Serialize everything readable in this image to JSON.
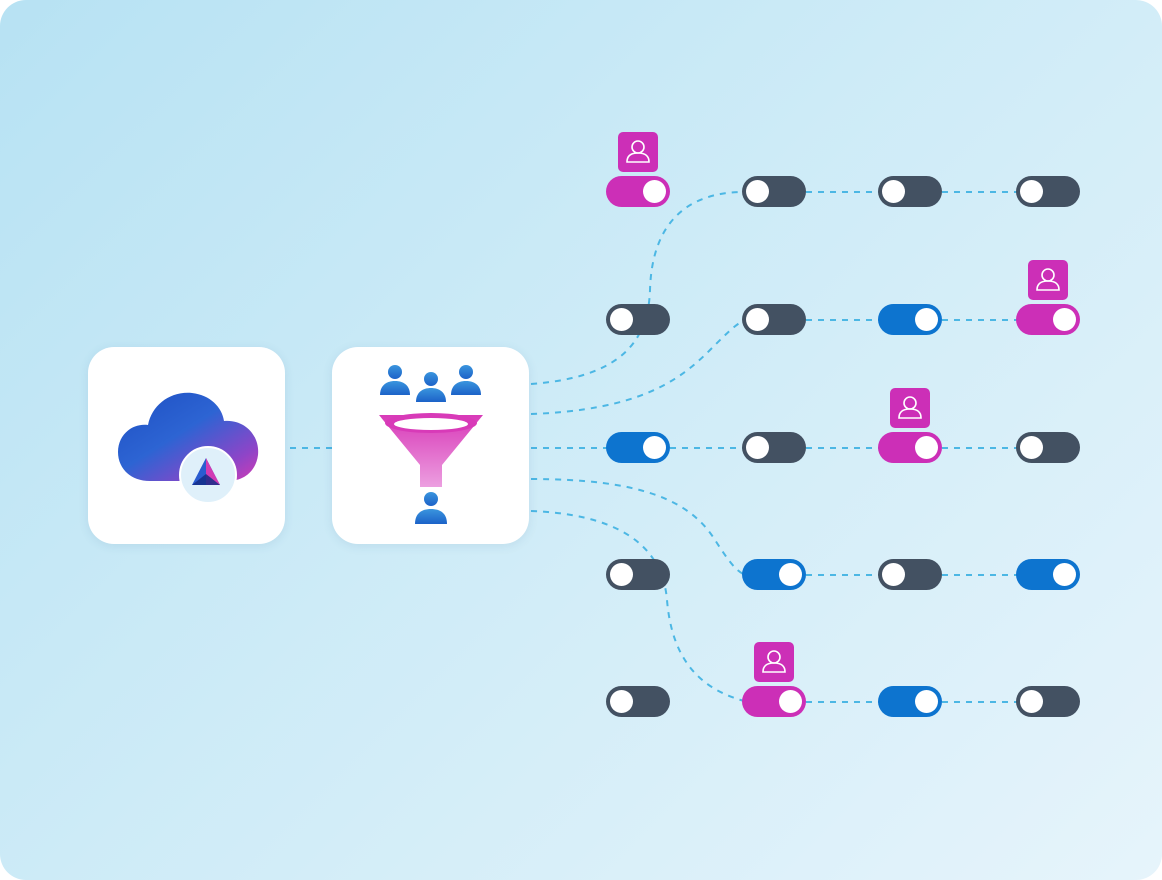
{
  "diagram": {
    "colors": {
      "off": "#435162",
      "blue": "#0d74cf",
      "pink": "#cc2fb7",
      "connector": "#4cb7e4",
      "card": "#ffffff"
    },
    "nodes": {
      "source": {
        "icon": "cloud-with-logo-icon"
      },
      "filter": {
        "icon": "audience-funnel-icon"
      }
    },
    "toggles": [
      {
        "row": 1,
        "col": 1,
        "state": "on",
        "color": "pink",
        "user_badge": true
      },
      {
        "row": 1,
        "col": 2,
        "state": "off",
        "color": "off",
        "user_badge": false
      },
      {
        "row": 1,
        "col": 3,
        "state": "off",
        "color": "off",
        "user_badge": false
      },
      {
        "row": 1,
        "col": 4,
        "state": "off",
        "color": "off",
        "user_badge": false
      },
      {
        "row": 2,
        "col": 1,
        "state": "off",
        "color": "off",
        "user_badge": false
      },
      {
        "row": 2,
        "col": 2,
        "state": "off",
        "color": "off",
        "user_badge": false
      },
      {
        "row": 2,
        "col": 3,
        "state": "on",
        "color": "blue",
        "user_badge": false
      },
      {
        "row": 2,
        "col": 4,
        "state": "on",
        "color": "pink",
        "user_badge": true
      },
      {
        "row": 3,
        "col": 1,
        "state": "on",
        "color": "blue",
        "user_badge": false
      },
      {
        "row": 3,
        "col": 2,
        "state": "off",
        "color": "off",
        "user_badge": false
      },
      {
        "row": 3,
        "col": 3,
        "state": "on",
        "color": "pink",
        "user_badge": true
      },
      {
        "row": 3,
        "col": 4,
        "state": "off",
        "color": "off",
        "user_badge": false
      },
      {
        "row": 4,
        "col": 1,
        "state": "off",
        "color": "off",
        "user_badge": false
      },
      {
        "row": 4,
        "col": 2,
        "state": "on",
        "color": "blue",
        "user_badge": false
      },
      {
        "row": 4,
        "col": 3,
        "state": "off",
        "color": "off",
        "user_badge": false
      },
      {
        "row": 4,
        "col": 4,
        "state": "on",
        "color": "blue",
        "user_badge": false
      },
      {
        "row": 5,
        "col": 1,
        "state": "off",
        "color": "off",
        "user_badge": false
      },
      {
        "row": 5,
        "col": 2,
        "state": "on",
        "color": "pink",
        "user_badge": true
      },
      {
        "row": 5,
        "col": 3,
        "state": "on",
        "color": "blue",
        "user_badge": false
      },
      {
        "row": 5,
        "col": 4,
        "state": "off",
        "color": "off",
        "user_badge": false
      }
    ]
  }
}
